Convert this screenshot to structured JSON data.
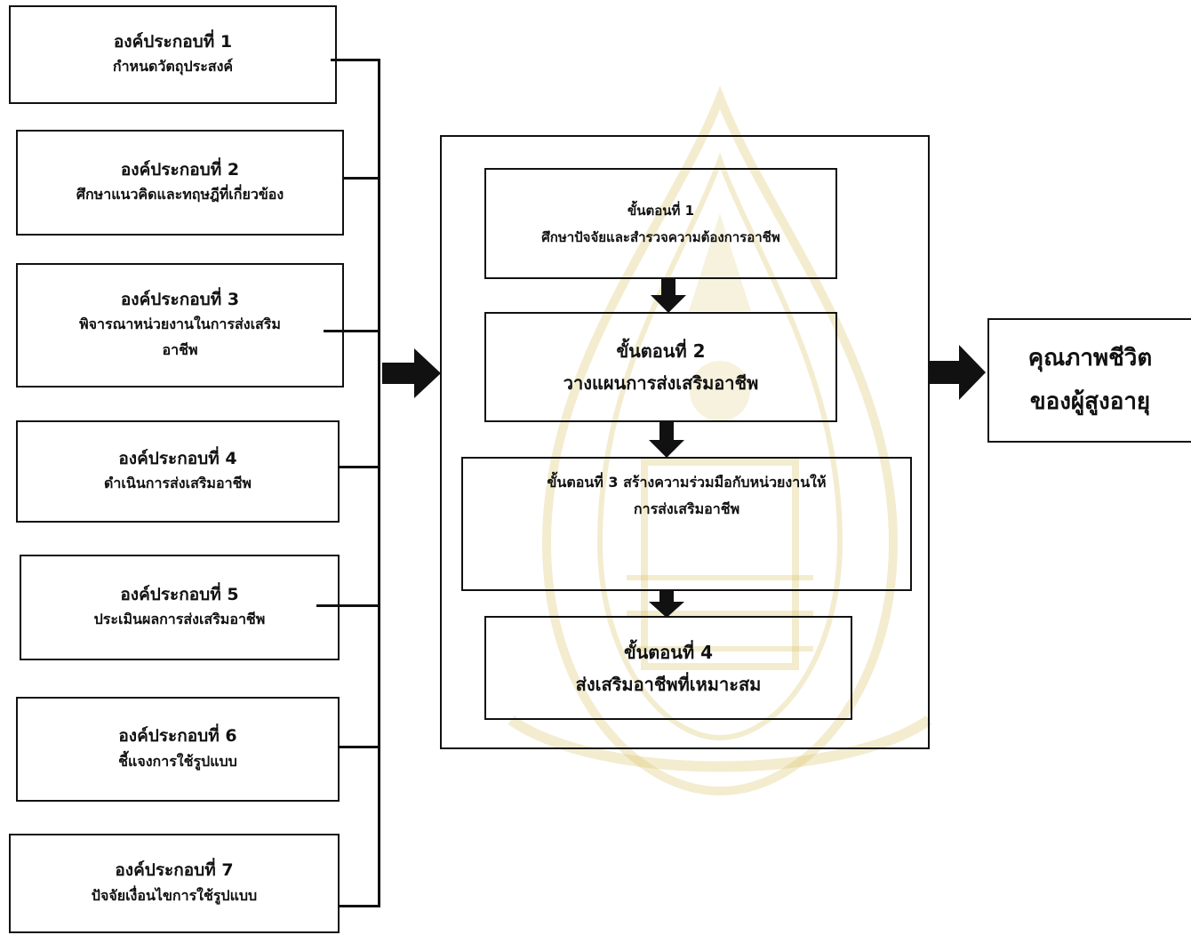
{
  "components": [
    {
      "title": "องค์ประกอบที่ 1",
      "desc": "กำหนดวัตถุประสงค์"
    },
    {
      "title": "องค์ประกอบที่ 2",
      "desc": "ศึกษาแนวคิดและทฤษฎีที่เกี่ยวข้อง"
    },
    {
      "title": "องค์ประกอบที่ 3",
      "desc": "พิจารณาหน่วยงานในการส่งเสริม",
      "desc2": "อาชีพ"
    },
    {
      "title": "องค์ประกอบที่ 4",
      "desc": "ดำเนินการส่งเสริมอาชีพ"
    },
    {
      "title": "องค์ประกอบที่ 5",
      "desc": "ประเมินผลการส่งเสริมอาชีพ"
    },
    {
      "title": "องค์ประกอบที่ 6",
      "desc": "ชี้แจงการใช้รูปแบบ"
    },
    {
      "title": "องค์ประกอบที่ 7",
      "desc": "ปัจจัยเงื่อนไขการใช้รูปแบบ"
    }
  ],
  "steps": [
    {
      "title": "ขั้นตอนที่ 1",
      "desc": "ศึกษาปัจจัยและสำรวจความต้องการอาชีพ"
    },
    {
      "title": "ขั้นตอนที่ 2",
      "desc": "วางแผนการส่งเสริมอาชีพ"
    },
    {
      "title": "ขั้นตอนที่ 3  สร้างความร่วมมือกับหน่วยงานให้",
      "desc": "การส่งเสริมอาชีพ"
    },
    {
      "title": "ขั้นตอนที่ 4",
      "desc": "ส่งเสริมอาชีพที่เหมาะสม"
    }
  ],
  "outcome": {
    "line1": "คุณภาพชีวิต",
    "line2": "ของผู้สูงอายุ"
  },
  "colors": {
    "line": "#111111",
    "watermark": "#d9c36a"
  }
}
